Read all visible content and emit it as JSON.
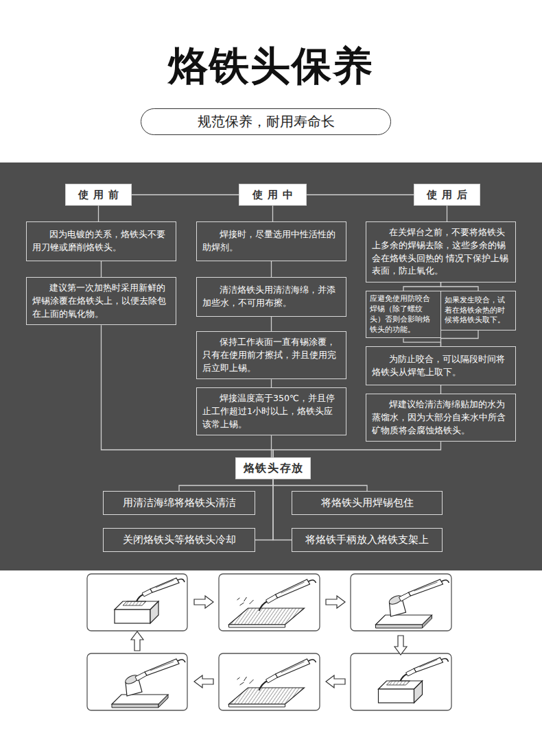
{
  "diagram": {
    "title": "烙铁头保养",
    "nodes": [
      {
        "text": [
          "规范保养，耐用寿命长"
        ]
      },
      {
        "text": [
          "使用前"
        ]
      },
      {
        "text": [
          "使用中"
        ]
      },
      {
        "text": [
          "使用后"
        ]
      },
      {
        "text": [
          "因为电镀的关系，烙铁头不要用刀锉或磨削烙铁头。"
        ]
      },
      {
        "text": [
          "焊接时，尽量选用中性活性的助焊剂。"
        ]
      },
      {
        "text": [
          "在关焊台之前，不要将烙铁头上多余的焊锡去除，这些多余的锡会在烙铁头回热的 情况下保护上锡表面，防止氧化。"
        ]
      },
      {
        "text": [
          "建议第一次加热时采用新鲜的焊锡涂覆在烙铁头上，以便去除包在上面的氧化物。"
        ]
      },
      {
        "text": [
          "清洁烙铁头用清洁海绵，并添加些水，不可用布擦。"
        ]
      },
      {
        "text": [
          "应避免使用防咬合焊锡（除了螺纹头）否则会影响烙铁头的功能。"
        ]
      },
      {
        "text": [
          "如果发生咬合，试着在烙铁余热的时候将烙铁头取下。"
        ]
      },
      {
        "text": [
          "保持工作表面一直有锡涂覆，只有在使用前才擦拭，并且使用完后立即上锡。"
        ]
      },
      {
        "text": [
          "为防止咬合，可以隔段时间将烙铁头从焊笔上取下。"
        ]
      },
      {
        "text": [
          "焊接温度高于350℃，并且停止工作超过1小时以上，烙铁头应该常上锡。"
        ]
      },
      {
        "text": [
          "焊建议给清洁海绵贴加的水为蒸馏水，因为大部分自来水中所含矿物质将会腐蚀烙铁头。"
        ]
      },
      {
        "text": [
          "烙铁头存放"
        ]
      },
      {
        "text": [
          "用清洁海绵将烙铁头清洁"
        ]
      },
      {
        "text": [
          "将烙铁头用焊锡包住"
        ]
      },
      {
        "text": [
          "关闭烙铁头等烙铁头冷却"
        ]
      },
      {
        "text": [
          "将烙铁手柄放入烙铁支架上"
        ]
      }
    ],
    "edges": [
      {
        "from": 1,
        "to": 2,
        "arrow": "none"
      },
      {
        "from": 2,
        "to": 3,
        "arrow": "none"
      },
      {
        "from": 1,
        "to": 4,
        "arrow": "none"
      },
      {
        "from": 4,
        "to": 7,
        "arrow": "none"
      },
      {
        "from": 7,
        "to": 15,
        "arrow": "none"
      },
      {
        "from": 2,
        "to": 5,
        "arrow": "none"
      },
      {
        "from": 5,
        "to": 8,
        "arrow": "none"
      },
      {
        "from": 8,
        "to": 11,
        "arrow": "none"
      },
      {
        "from": 11,
        "to": 13,
        "arrow": "none"
      },
      {
        "from": 13,
        "to": 15,
        "arrow": "none"
      },
      {
        "from": 3,
        "to": 6,
        "arrow": "none"
      },
      {
        "from": 6,
        "to": 9,
        "arrow": "none"
      },
      {
        "from": 6,
        "to": 10,
        "arrow": "none"
      },
      {
        "from": 9,
        "to": 12,
        "arrow": "none"
      },
      {
        "from": 10,
        "to": 12,
        "arrow": "none"
      },
      {
        "from": 12,
        "to": 14,
        "arrow": "none"
      },
      {
        "from": 14,
        "to": 15,
        "arrow": "none"
      },
      {
        "from": 15,
        "to": 16,
        "arrow": "none"
      },
      {
        "from": 15,
        "to": 17,
        "arrow": "none"
      },
      {
        "from": 15,
        "to": 18,
        "arrow": "none"
      },
      {
        "from": 15,
        "to": 19,
        "arrow": "none"
      }
    ]
  }
}
